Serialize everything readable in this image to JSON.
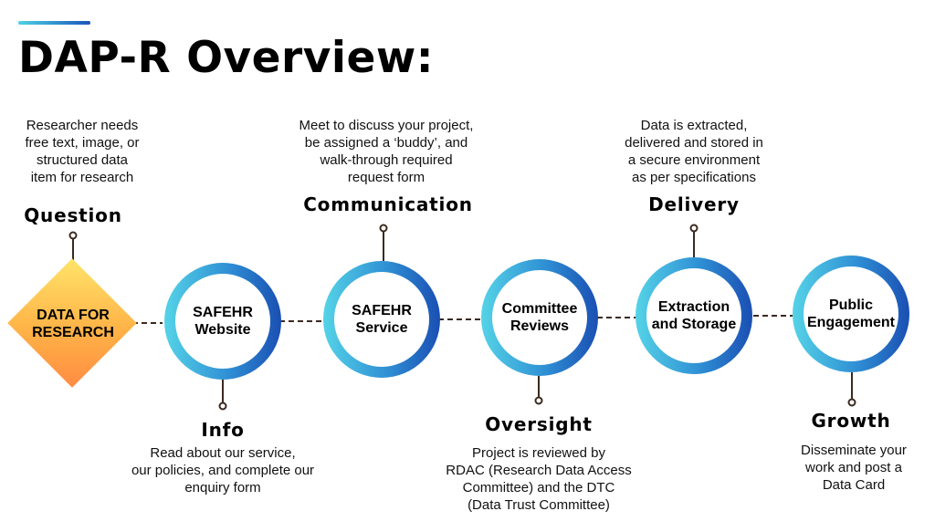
{
  "title": "DAP-R Overview:",
  "start_node": {
    "label": "DATA FOR\nRESEARCH"
  },
  "nodes": [
    {
      "label": "SAFEHR\nWebsite"
    },
    {
      "label": "SAFEHR\nService"
    },
    {
      "label": "Committee\nReviews"
    },
    {
      "label": "Extraction\nand Storage"
    },
    {
      "label": "Public\nEngagement"
    }
  ],
  "stages": [
    {
      "name": "Question",
      "description": "Researcher needs\nfree text, image, or\nstructured data\nitem for research"
    },
    {
      "name": "Info",
      "description": "Read about our service,\nour policies, and complete our\nenquiry form"
    },
    {
      "name": "Communication",
      "description": "Meet to discuss your project,\nbe assigned a ‘buddy’, and\nwalk-through required\nrequest form"
    },
    {
      "name": "Oversight",
      "description": "Project is reviewed by\nRDAC (Research Data Access\nCommittee) and the DTC\n(Data Trust Committee)"
    },
    {
      "name": "Delivery",
      "description": "Data is extracted,\ndelivered and stored in\na secure environment\nas per specifications"
    },
    {
      "name": "Growth",
      "description": "Disseminate your\nwork and post a\nData Card"
    }
  ],
  "colors": {
    "ring_start": "#55d3e7",
    "ring_end": "#1a4fb3",
    "diamond_start": "#ffe46a",
    "diamond_end": "#ff8c42",
    "connector": "#3b2a20"
  }
}
